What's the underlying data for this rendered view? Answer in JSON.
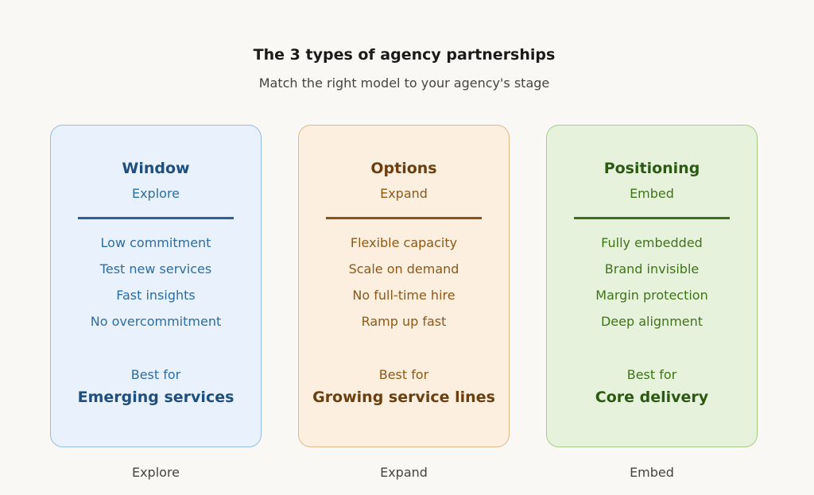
{
  "header": {
    "title": "The 3 types of agency partnerships",
    "subtitle": "Match the right model to your agency's stage"
  },
  "cards": [
    {
      "name": "Window",
      "verb": "Explore",
      "items": [
        "Low commitment",
        "Test new services",
        "Fast insights",
        "No overcommitment"
      ],
      "best_for_label": "Best for",
      "best_for": "Emerging services",
      "caption": "Explore"
    },
    {
      "name": "Options",
      "verb": "Expand",
      "items": [
        "Flexible capacity",
        "Scale on demand",
        "No full-time hire",
        "Ramp up fast"
      ],
      "best_for_label": "Best for",
      "best_for": "Growing service lines",
      "caption": "Expand"
    },
    {
      "name": "Positioning",
      "verb": "Embed",
      "items": [
        "Fully embedded",
        "Brand invisible",
        "Margin protection",
        "Deep alignment"
      ],
      "best_for_label": "Best for",
      "best_for": "Core delivery",
      "caption": "Embed"
    }
  ],
  "colors": {
    "window": "#2e6196",
    "options": "#8a5318",
    "positioning": "#3c6f1a"
  }
}
